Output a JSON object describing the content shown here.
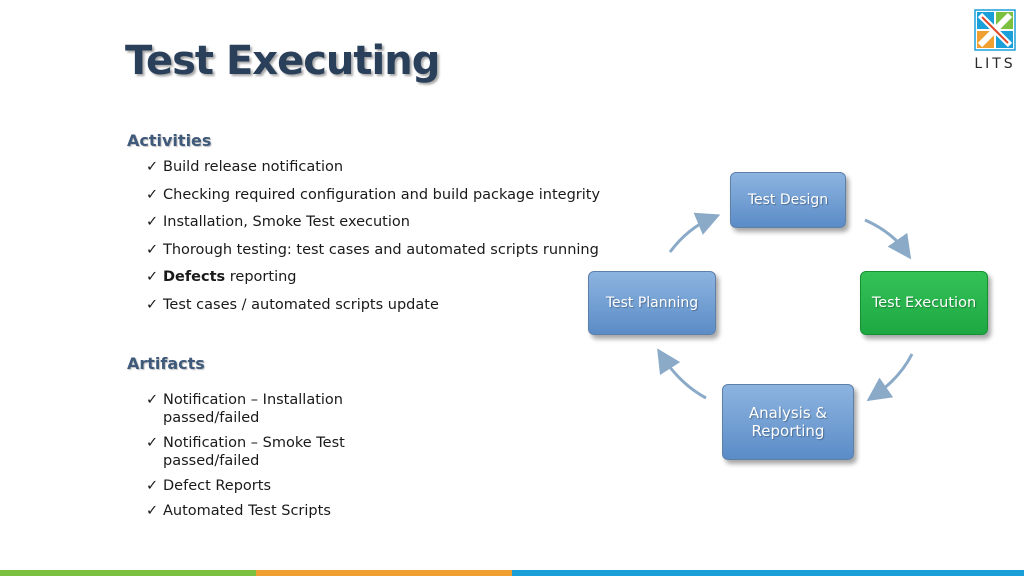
{
  "slide": {
    "title": "Test Executing",
    "logo": {
      "text": "LITS",
      "colors": [
        "#1a9fd8",
        "#f0a030",
        "#7cc040",
        "#e04a2a"
      ]
    },
    "activities": {
      "heading": "Activities",
      "items": [
        {
          "text": "Build release notification"
        },
        {
          "text": "Checking required configuration and build package integrity"
        },
        {
          "text": "Installation, Smoke Test execution"
        },
        {
          "text": "Thorough testing: test cases and automated scripts running"
        },
        {
          "bold": "Defects",
          "text": " reporting"
        },
        {
          "text": "Test cases / automated scripts update"
        }
      ]
    },
    "artifacts": {
      "heading": "Artifacts",
      "items": [
        {
          "text": "Notification – Installation passed/failed"
        },
        {
          "text": "Notification – Smoke Test passed/failed"
        },
        {
          "text": "Defect Reports"
        },
        {
          "text": "Automated Test Scripts"
        }
      ]
    },
    "check_glyph": "✓",
    "cycle": {
      "nodes": {
        "design": "Test Design",
        "execution": "Test Execution",
        "analysis_line1": "Analysis &",
        "analysis_line2": "Reporting",
        "planning": "Test Planning"
      },
      "active_node": "execution",
      "colors": {
        "node": "#6f9fd6",
        "active": "#22b04a",
        "arrow": "#8aaac8"
      }
    },
    "footer_colors": [
      "#7cc040",
      "#f0a030",
      "#1a9fd8",
      "#1a9fd8"
    ]
  }
}
